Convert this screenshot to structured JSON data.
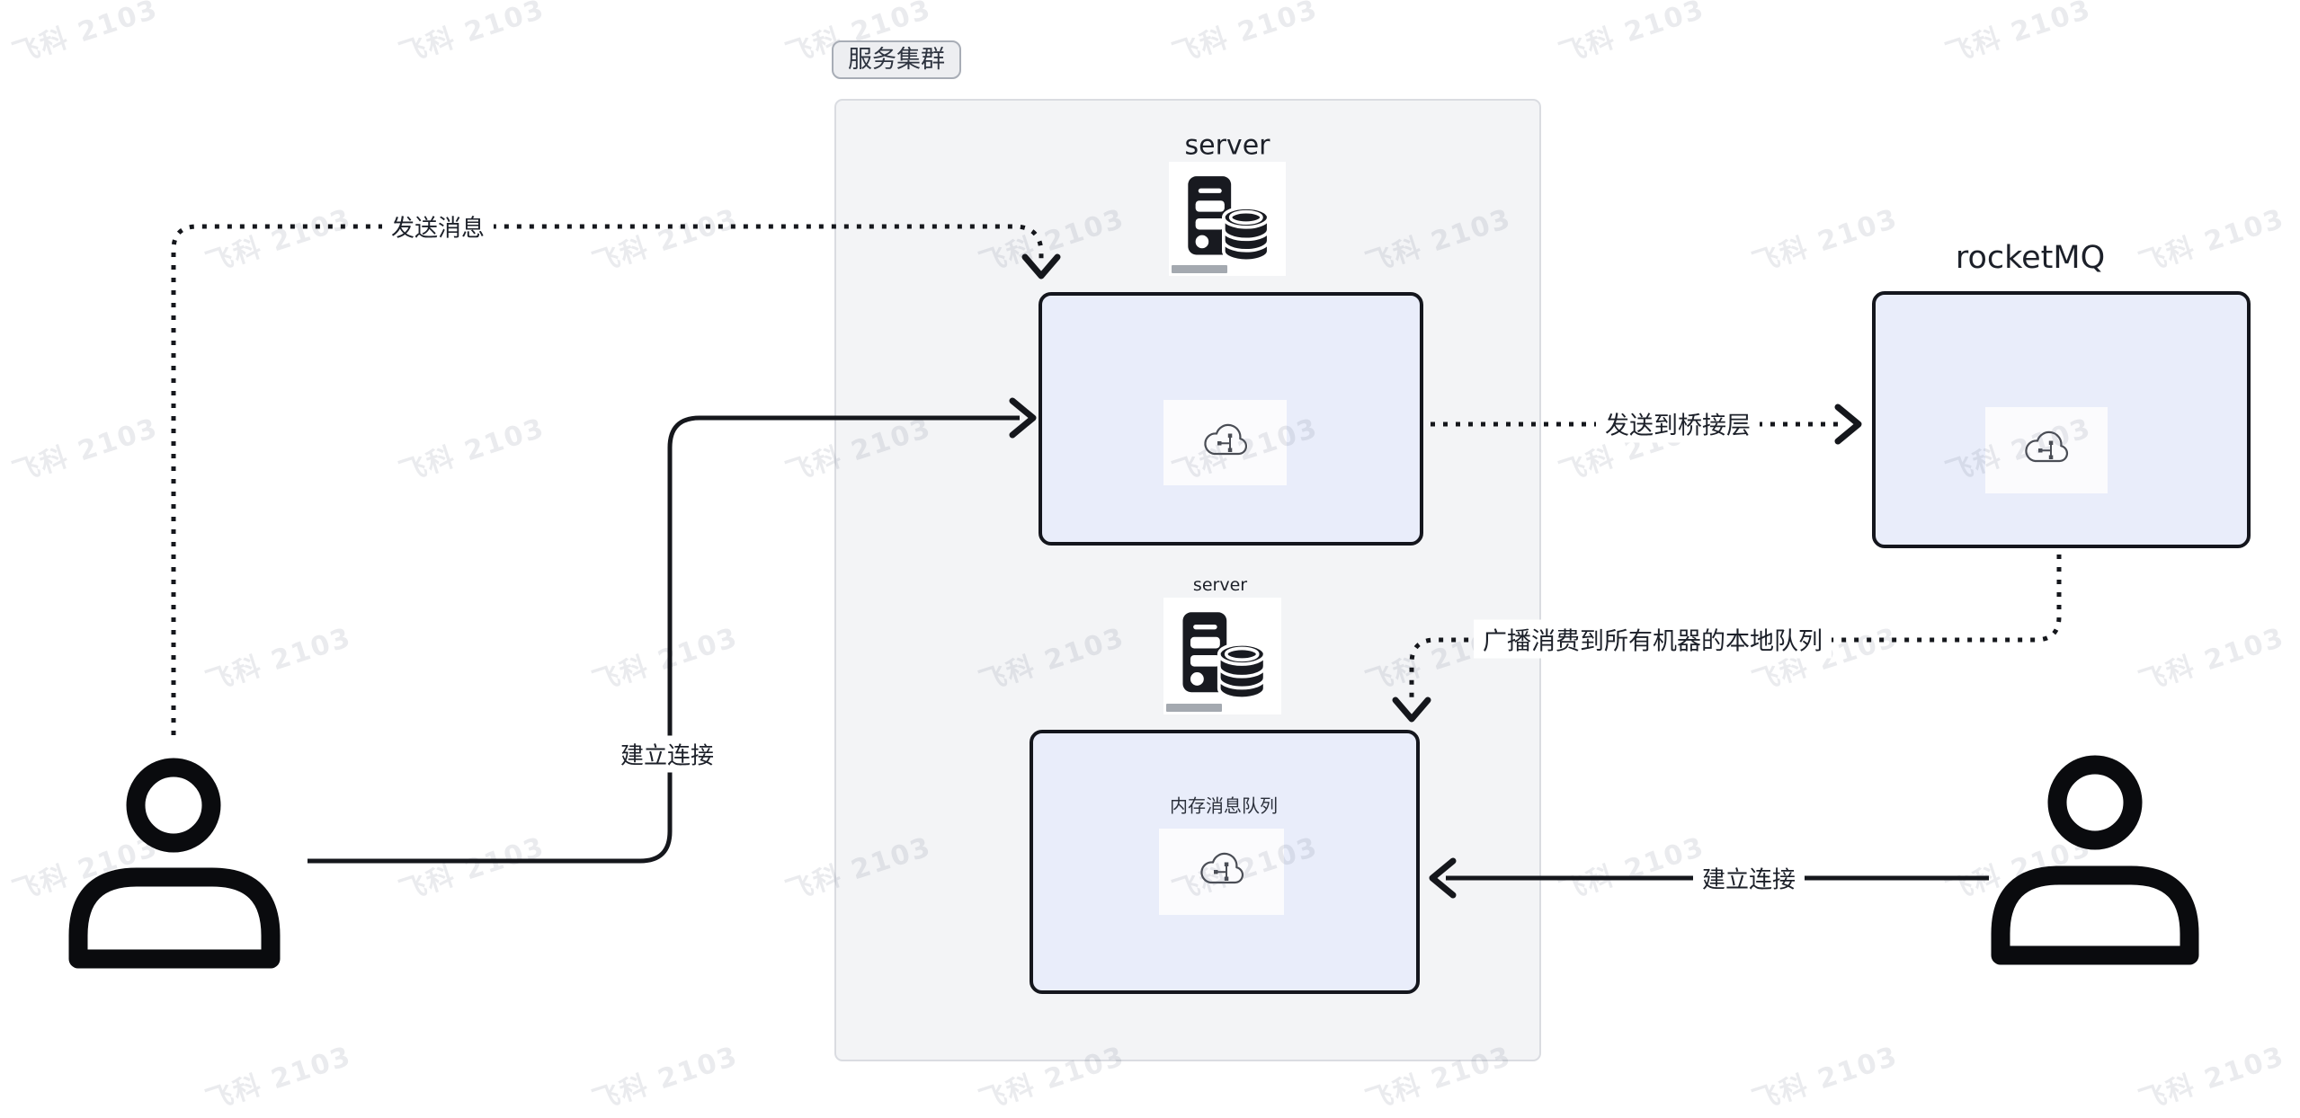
{
  "diagram": {
    "cluster_label": "服务集群",
    "watermark_text": "飞科 2103",
    "nodes": {
      "server_top": {
        "label": "server"
      },
      "server_bottom": {
        "label": "server"
      },
      "rocketmq": {
        "label": "rocketMQ"
      },
      "memory_queue": {
        "label": "内存消息队列"
      }
    },
    "edges": [
      {
        "id": "send-message",
        "label": "发送消息",
        "style": "dotted",
        "from": "user-left",
        "to": "server-top-box"
      },
      {
        "id": "establish-connection-left",
        "label": "建立连接",
        "style": "solid",
        "from": "user-left",
        "to": "server-top-box"
      },
      {
        "id": "send-to-bridge",
        "label": "发送到桥接层",
        "style": "dotted",
        "from": "server-top-box",
        "to": "rocketmq"
      },
      {
        "id": "broadcast-consume",
        "label": "广播消费到所有机器的本地队列",
        "style": "dotted",
        "from": "rocketmq",
        "to": "memory-queue-box"
      },
      {
        "id": "establish-connection-right",
        "label": "建立连接",
        "style": "solid",
        "from": "user-right",
        "to": "memory-queue-box"
      }
    ],
    "colors": {
      "line": "#15171c",
      "person": "#0a0b0e",
      "node_fill": "#E9EDFA",
      "node_border": "#14161d",
      "panel_fill": "#F3F4F6",
      "panel_border": "#DADCE1",
      "white_card": "#FBFBFD",
      "badge_fill": "#EDEEF1",
      "badge_border": "#A8ADB6",
      "text": "#1c2029",
      "watermark": "rgba(90,100,120,0.13)"
    }
  }
}
